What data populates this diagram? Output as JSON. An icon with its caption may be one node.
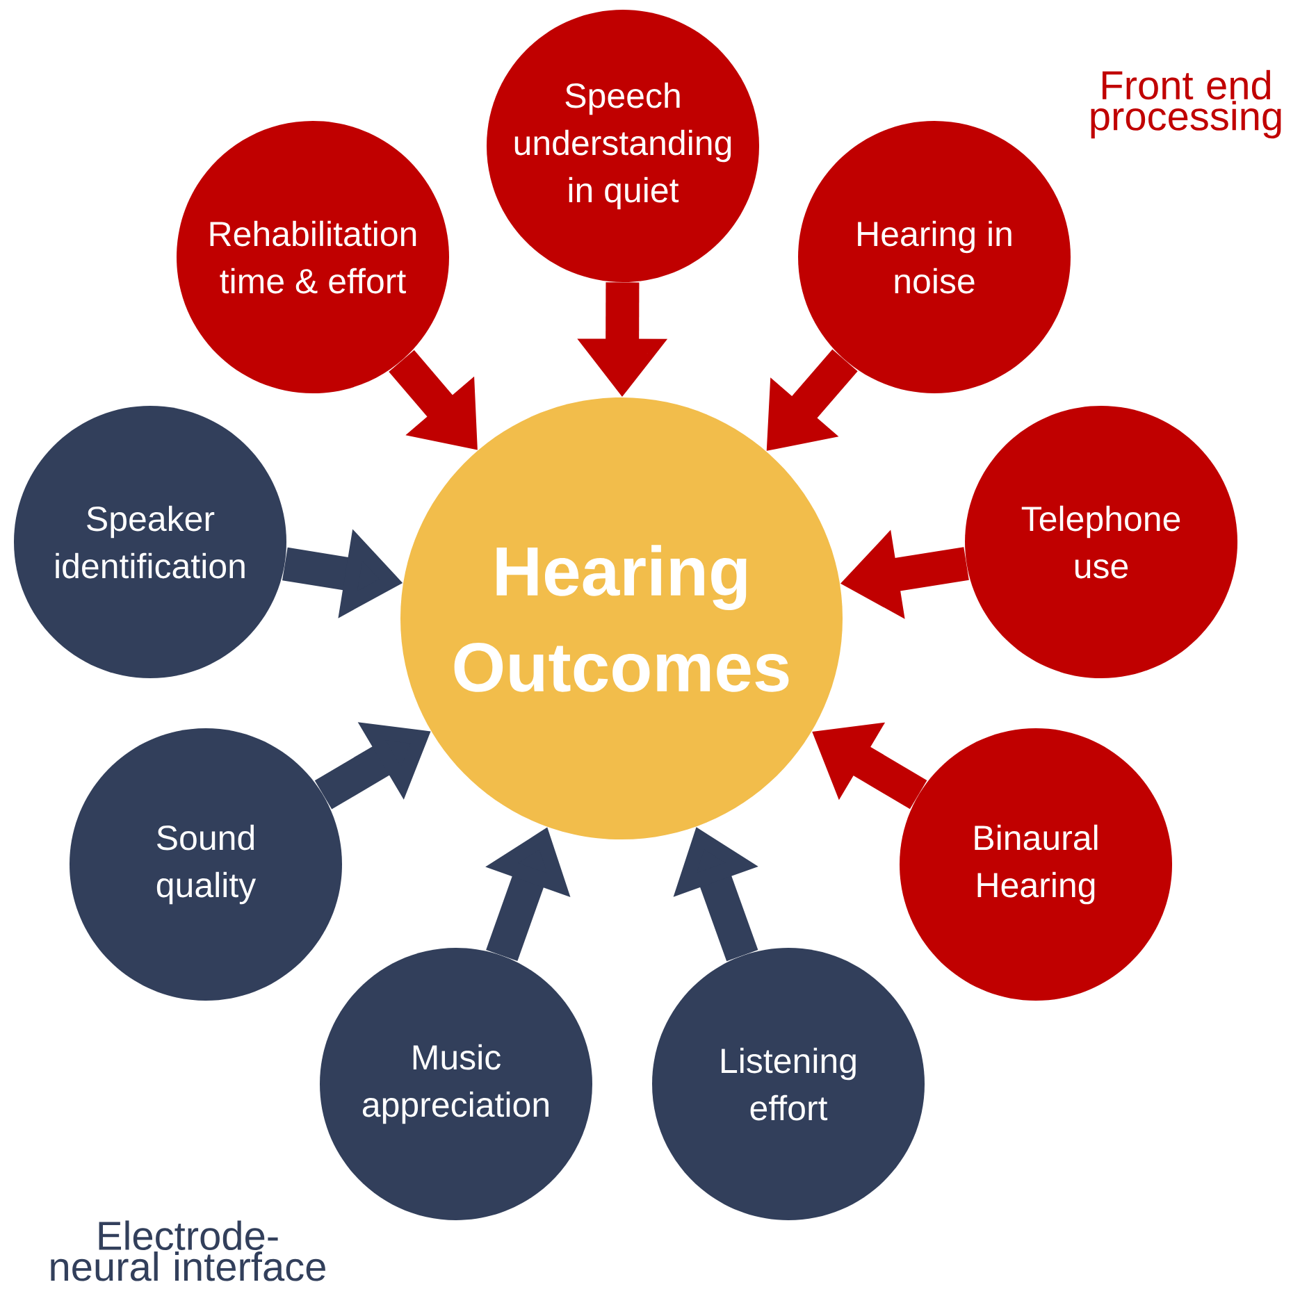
{
  "diagram": {
    "nodes": [
      {
        "text": [
          "Hearing Outcomes"
        ]
      },
      {
        "text": [
          "Speech understanding in quiet"
        ]
      },
      {
        "text": [
          "Hearing in noise"
        ]
      },
      {
        "text": [
          "Telephone use"
        ]
      },
      {
        "text": [
          "Binaural Hearing"
        ]
      },
      {
        "text": [
          "Listening effort"
        ]
      },
      {
        "text": [
          "Music appreciation"
        ]
      },
      {
        "text": [
          "Sound quality"
        ]
      },
      {
        "text": [
          "Speaker identification"
        ]
      },
      {
        "text": [
          "Rehabilitation time & effort"
        ]
      }
    ],
    "edges": [
      {
        "from": 1,
        "to": 0,
        "arrow": "to"
      },
      {
        "from": 2,
        "to": 0,
        "arrow": "to"
      },
      {
        "from": 3,
        "to": 0,
        "arrow": "to"
      },
      {
        "from": 4,
        "to": 0,
        "arrow": "to"
      },
      {
        "from": 5,
        "to": 0,
        "arrow": "to",
        "color": "#323f5b"
      },
      {
        "from": 6,
        "to": 0,
        "arrow": "to",
        "color": "#323f5b"
      },
      {
        "from": 7,
        "to": 0,
        "arrow": "to",
        "color": "#323f5b"
      },
      {
        "from": 8,
        "to": 0,
        "arrow": "to",
        "color": "#323f5b"
      },
      {
        "from": 9,
        "to": 0,
        "arrow": "to"
      }
    ],
    "labels": [
      "Front end processing",
      "Electrode-neural interface"
    ]
  }
}
